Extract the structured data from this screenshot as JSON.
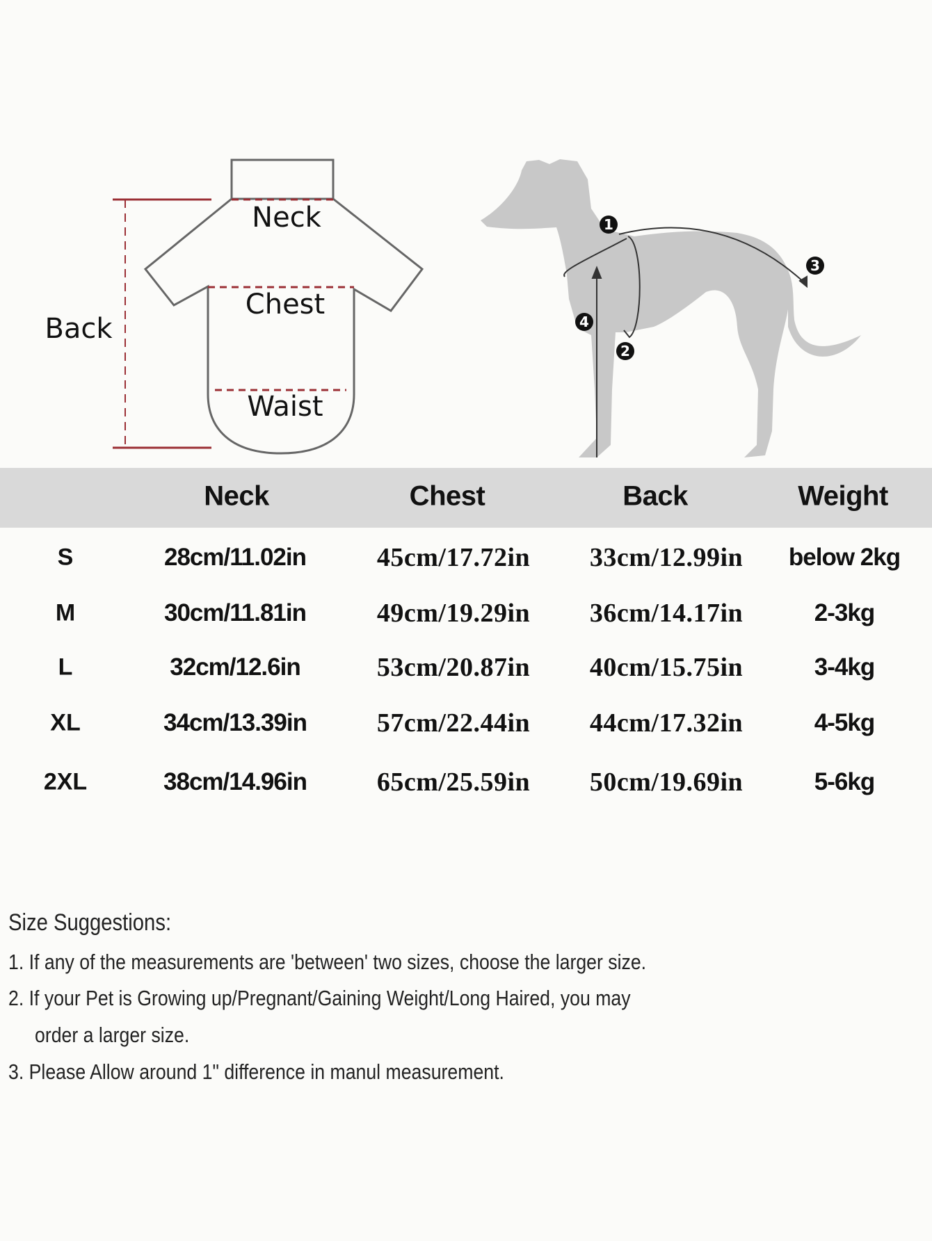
{
  "diagram": {
    "garment_labels": {
      "neck": "Neck",
      "chest": "Chest",
      "waist": "Waist",
      "back": "Back"
    },
    "dog_markers": [
      "1",
      "2",
      "3",
      "4"
    ],
    "colors": {
      "measure_red": "#9b2f35",
      "outline": "#666666",
      "dog": "#c8c8c8"
    }
  },
  "table": {
    "headers": [
      "",
      "Neck",
      "Chest",
      "Back",
      "Weight"
    ],
    "rows": [
      {
        "size": "S",
        "neck": "28cm/11.02in",
        "chest": "45cm/17.72in",
        "back": "33cm/12.99in",
        "weight": "below 2kg"
      },
      {
        "size": "M",
        "neck": "30cm/11.81in",
        "chest": "49cm/19.29in",
        "back": "36cm/14.17in",
        "weight": "2-3kg"
      },
      {
        "size": "L",
        "neck": "32cm/12.6in",
        "chest": "53cm/20.87in",
        "back": "40cm/15.75in",
        "weight": "3-4kg"
      },
      {
        "size": "XL",
        "neck": "34cm/13.39in",
        "chest": "57cm/22.44in",
        "back": "44cm/17.32in",
        "weight": "4-5kg"
      },
      {
        "size": "2XL",
        "neck": "38cm/14.96in",
        "chest": "65cm/25.59in",
        "back": "50cm/19.69in",
        "weight": "5-6kg"
      }
    ]
  },
  "suggestions": {
    "title": "Size Suggestions:",
    "lines": [
      "1. If any of the measurements are 'between' two sizes, choose the larger size.",
      "2. If your Pet is Growing up/Pregnant/Gaining Weight/Long Haired, you may",
      "order a larger size.",
      "3. Please Allow around 1\" difference in manul measurement."
    ]
  }
}
